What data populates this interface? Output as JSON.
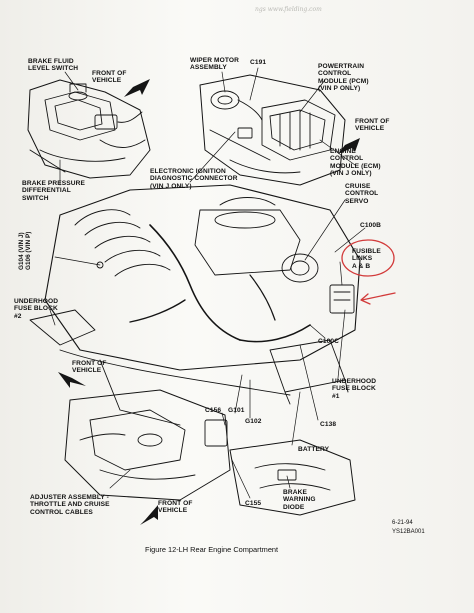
{
  "header": {
    "watermark": "ngs   www.fielding.com"
  },
  "labels": {
    "brake_fluid_level_switch": "BRAKE FLUID\nLEVEL SWITCH",
    "front_of_vehicle_1": "FRONT OF\nVEHICLE",
    "wiper_motor_assembly": "WIPER MOTOR\nASSEMBLY",
    "c191": "C191",
    "pcm": "POWERTRAIN\nCONTROL\nMODULE (PCM)\n(VIN P ONLY)",
    "front_of_vehicle_2": "FRONT OF\nVEHICLE",
    "ecm": "ENGINE\nCONTROL\nMODULE (ECM)\n(VIN J ONLY)",
    "eidc": "ELECTRONIC IGNITION\nDIAGNOSTIC CONNECTOR\n(VIN J ONLY)",
    "brake_pressure_switch": "BRAKE PRESSURE\nDIFFERENTIAL\nSWITCH",
    "cruise_control_servo": "CRUISE\nCONTROL\nSERVO",
    "c100b": "C100B",
    "fusible_links": "FUSIBLE\nLINKS\nA & B",
    "g104_g106": "G104 (VIN J)\nG106 (VIN P)",
    "underhood_fuse_block_2": "UNDERHOOD\nFUSE BLOCK\n#2",
    "front_of_vehicle_3": "FRONT OF\nVEHICLE",
    "c100c": "C100C",
    "underhood_fuse_block_1": "UNDERHOOD\nFUSE BLOCK\n#1",
    "c156": "C156",
    "g101": "G101",
    "g102": "G102",
    "c138": "C138",
    "battery": "BATTERY",
    "adjuster_assembly": "ADJUSTER ASSEMBLY -\nTHROTTLE AND CRUISE\nCONTROL CABLES",
    "front_of_vehicle_4": "FRONT OF\nVEHICLE",
    "c155": "C155",
    "brake_warning_diode": "BRAKE\nWARNING\nDIODE"
  },
  "footer": {
    "date": "6-21-94",
    "code": "YS12BA001",
    "caption": "Figure 12-LH Rear Engine Compartment"
  },
  "annotations": {
    "highlight_color": "#d23a3a",
    "ink_color": "#151515"
  }
}
